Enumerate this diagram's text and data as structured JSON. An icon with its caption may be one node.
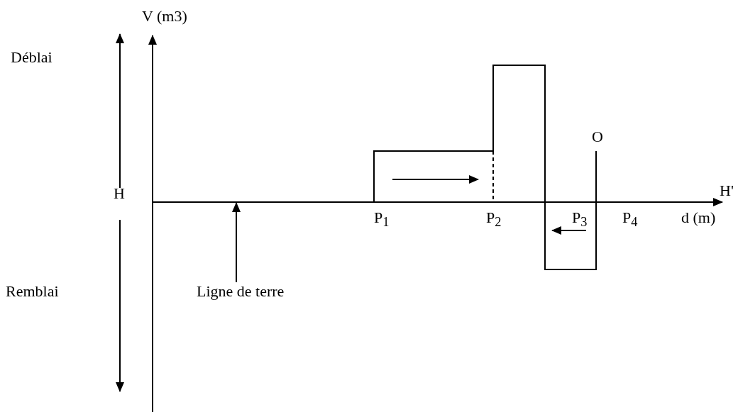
{
  "diagram": {
    "nodes": [
      {
        "text": [
          "Ligne de terre"
        ]
      },
      {
        "text": [],
        "shape": "line"
      }
    ],
    "edges": [
      {
        "from": 0,
        "to": 1,
        "arrow": "to"
      }
    ],
    "labels": [
      "V (m3)",
      "Déblai",
      "O",
      "H",
      "H'",
      "P$_{1}$",
      "P$_{2}$",
      "P$_{3}$",
      "P$_{4}$",
      "d (m)",
      "Remblai"
    ]
  }
}
